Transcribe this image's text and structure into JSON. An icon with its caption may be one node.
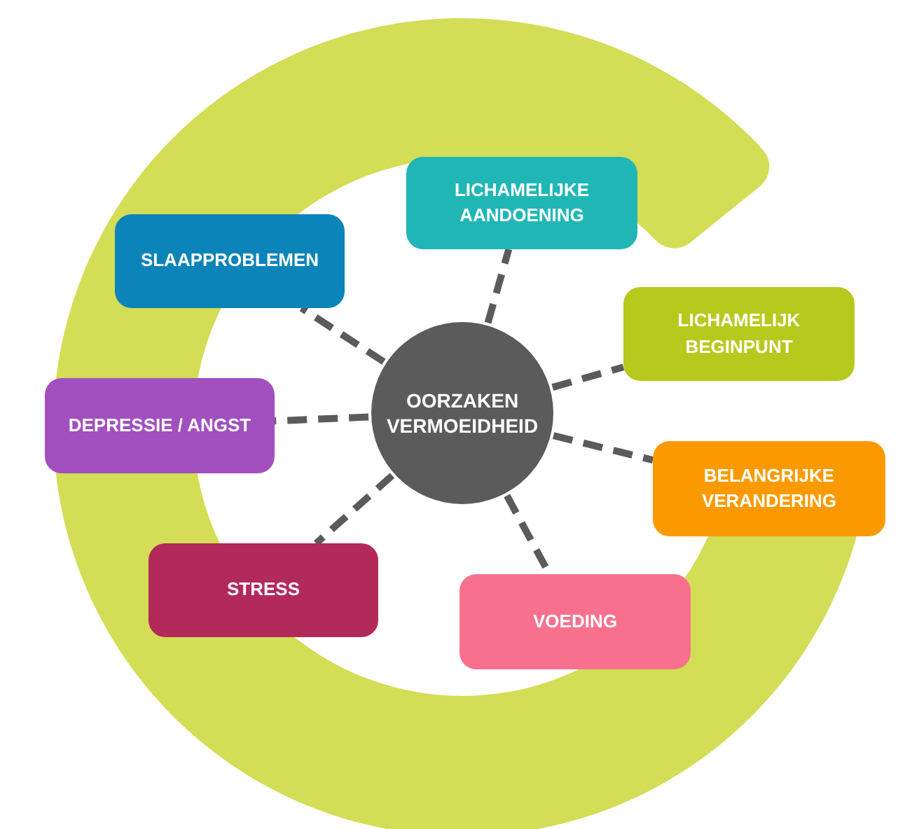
{
  "diagram": {
    "nodes": [
      {
        "text": [
          "OORZAKEN VERMOEIDHEID"
        ]
      },
      {
        "text": [
          "LICHAMELIJKE AANDOENING"
        ]
      },
      {
        "text": [
          "SLAAPPROBLEMEN"
        ]
      },
      {
        "text": [
          "LICHAMELIJK BEGINPUNT"
        ]
      },
      {
        "text": [
          "DEPRESSIE / ANGST"
        ]
      },
      {
        "text": [
          "BELANGRIJKE VERANDERING"
        ]
      },
      {
        "text": [
          "STRESS"
        ]
      },
      {
        "text": [
          "VOEDING"
        ]
      }
    ],
    "edges": [
      {
        "from": 0,
        "to": 1,
        "arrow": "none"
      },
      {
        "from": 0,
        "to": 2,
        "arrow": "none"
      },
      {
        "from": 0,
        "to": 3,
        "arrow": "none"
      },
      {
        "from": 0,
        "to": 4,
        "arrow": "none"
      },
      {
        "from": 0,
        "to": 5,
        "arrow": "none"
      },
      {
        "from": 0,
        "to": 6,
        "arrow": "none"
      },
      {
        "from": 0,
        "to": 7,
        "arrow": "none"
      }
    ]
  }
}
